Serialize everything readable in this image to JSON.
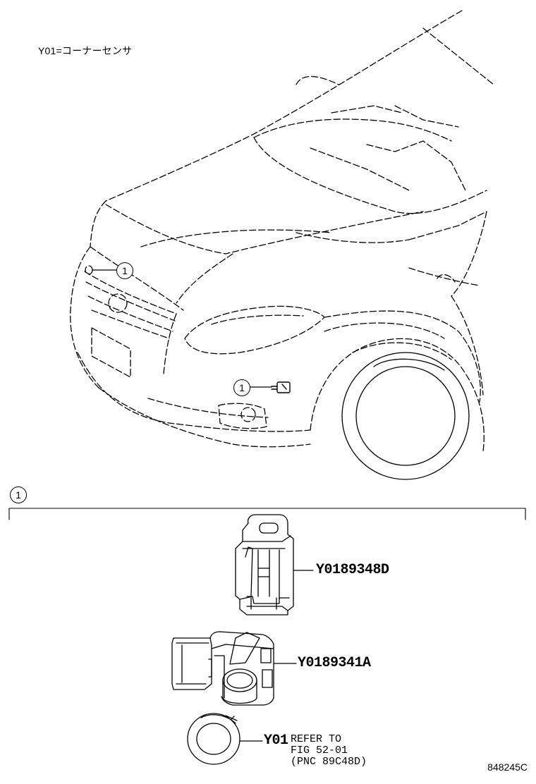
{
  "legend": {
    "text": "Y01=コーナーセンサ"
  },
  "callouts": {
    "ref_number": "1"
  },
  "parts": [
    {
      "part_number": "Y0189348D"
    },
    {
      "part_number": "Y0189341A"
    },
    {
      "part_number": "Y01"
    }
  ],
  "reference_note": {
    "line1": "REFER TO",
    "line2": "FIG 52-01",
    "line3": "(PNC 89C48D)"
  },
  "figure_code": "848245C"
}
